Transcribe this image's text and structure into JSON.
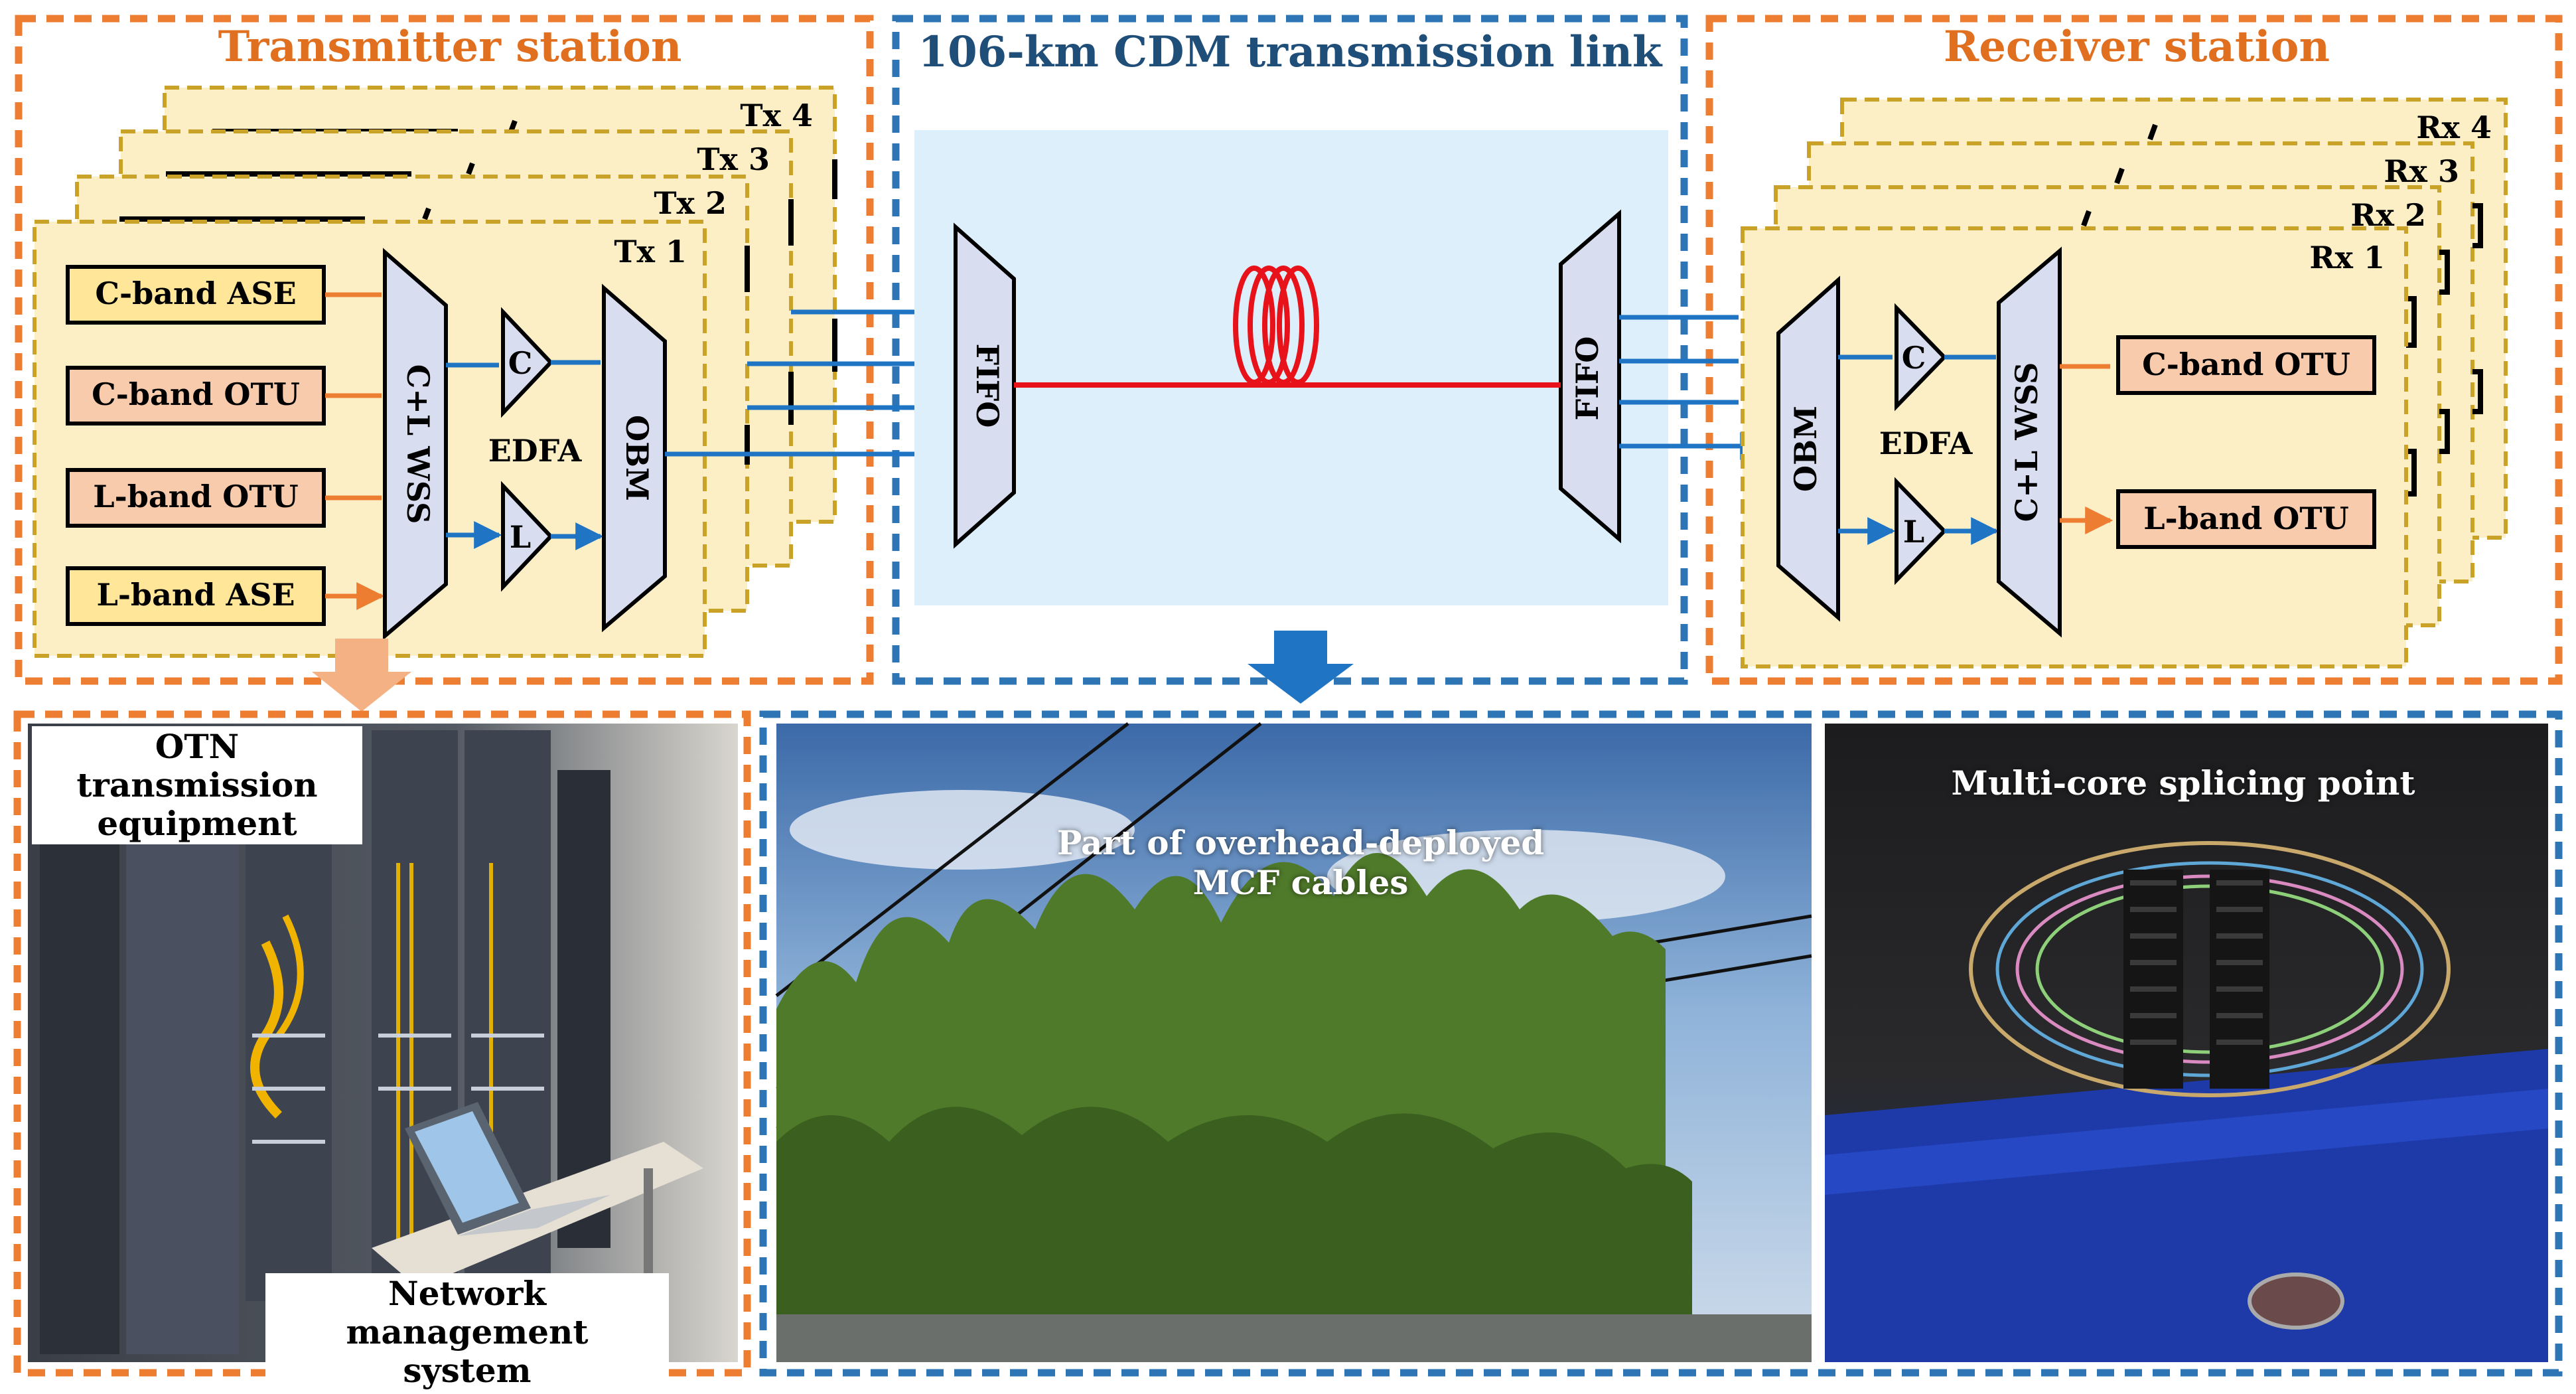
{
  "colors": {
    "orange_dash": "#ED7D31",
    "blue_dash": "#2E75B6",
    "tx_title": "#E0701F",
    "link_title": "#1F4E79",
    "card_fill": "#FCEFC6",
    "card_border": "#C9A227",
    "ase_fill": "#FFE699",
    "otu_fill": "#F8CBAD",
    "block_fill": "#D9DDF0",
    "fiber_red": "#E8121B",
    "arrow_blue": "#1F74C4",
    "arrow_orange": "#ED7D31",
    "link_bg": "#DDEFFA"
  },
  "transmitter": {
    "title": "Transmitter station",
    "tx_labels": [
      "Tx 4",
      "Tx 3",
      "Tx 2",
      "Tx 1"
    ],
    "inputs": [
      "C-band ASE",
      "C-band OTU",
      "L-band OTU",
      "L-band ASE"
    ],
    "wss": "C+L WSS",
    "amp_c": "C",
    "amp_l": "L",
    "edfa": "EDFA",
    "obm": "OBM"
  },
  "link": {
    "title": "106-km CDM transmission link",
    "fifo_left": "FIFO",
    "fifo_right": "FIFO"
  },
  "receiver": {
    "title": "Receiver station",
    "rx_labels": [
      "Rx 4",
      "Rx 3",
      "Rx 2",
      "Rx 1"
    ],
    "obm": "OBM",
    "amp_c": "C",
    "amp_l": "L",
    "edfa": "EDFA",
    "wss": "C+L WSS",
    "outputs": [
      "C-band OTU",
      "L-band OTU"
    ]
  },
  "photos": {
    "equipment_label": "OTN transmission\nequipment",
    "nms_label": "Network management\nsystem",
    "cables_label": "Part of overhead-deployed\nMCF cables",
    "splice_label": "Multi-core splicing point"
  }
}
